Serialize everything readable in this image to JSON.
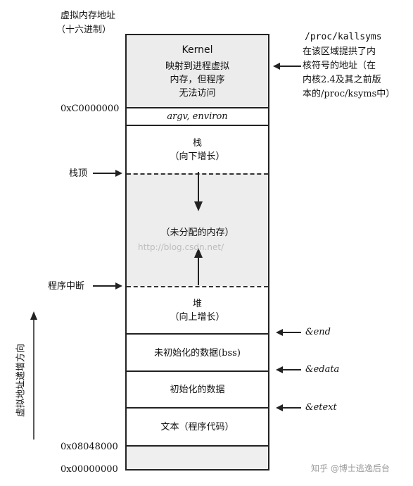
{
  "title": {
    "line1": "虚拟内存地址",
    "line2": "（十六进制）"
  },
  "vertical_axis_label": "虚拟地址递增方向",
  "addresses": {
    "kernel_start": "0xC0000000",
    "text_start": "0x08048000",
    "zero": "0x00000000"
  },
  "segments": {
    "kernel": {
      "title": "Kernel",
      "lines": [
        "映射到进程虚拟",
        "内存，但程序",
        "无法访问"
      ]
    },
    "argv": {
      "label": "argv, environ"
    },
    "stack": {
      "line1": "栈",
      "line2": "（向下增长）"
    },
    "unallocated": {
      "label": "（未分配的内存）"
    },
    "heap": {
      "line1": "堆",
      "line2": "（向上增长）"
    },
    "bss": {
      "label": "未初始化的数据(bss)"
    },
    "data": {
      "label": "初始化的数据"
    },
    "text": {
      "label": "文本（程序代码）"
    }
  },
  "left_markers": {
    "stack_top": "栈顶",
    "program_break": "程序中断"
  },
  "right_annotations": {
    "kallsyms_path": "/proc/kallsyms",
    "kallsyms_desc": [
      "在该区域提拱了内",
      "核符号的地址（在",
      "内核2.4及其之前版",
      "本的/proc/ksyms中）"
    ],
    "end": "&end",
    "edata": "&edata",
    "etext": "&etext"
  },
  "watermarks": {
    "center": "http://blog.csdn.net/",
    "corner": "知乎 @博士逃逸后台"
  },
  "colors": {
    "shade": "#ececec",
    "line": "#222222"
  }
}
